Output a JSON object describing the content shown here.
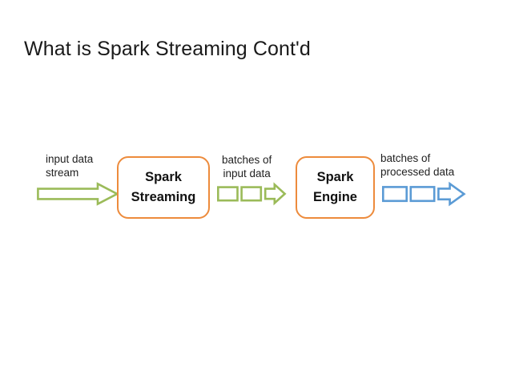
{
  "slide": {
    "title": "What is Spark Streaming Cont'd",
    "background_color": "#ffffff"
  },
  "theme": {
    "green": "#9BBB59",
    "orange": "#ED8B3C",
    "blue": "#5B9BD5",
    "text": "#1f1f1f",
    "shape_fill": "#ffffff"
  },
  "diagram": {
    "type": "flow",
    "stages": [
      {
        "id": "input-stream",
        "kind": "arrow-group",
        "caption_lines": [
          "input data",
          "stream"
        ],
        "caption_align": "left",
        "color": "#9BBB59",
        "batch_count": 0,
        "arrow": "block-arrow-right"
      },
      {
        "id": "spark-streaming",
        "kind": "process-box",
        "label_lines": [
          "Spark",
          "Streaming"
        ],
        "border_color": "#ED8B3C"
      },
      {
        "id": "batches-input",
        "kind": "arrow-group",
        "caption_lines": [
          "batches of",
          "input data"
        ],
        "caption_align": "center",
        "color": "#9BBB59",
        "batch_count": 2,
        "arrow": "block-arrow-right"
      },
      {
        "id": "spark-engine",
        "kind": "process-box",
        "label_lines": [
          "Spark",
          "Engine"
        ],
        "border_color": "#ED8B3C"
      },
      {
        "id": "batches-processed",
        "kind": "arrow-group",
        "caption_lines": [
          "batches of",
          "processed data"
        ],
        "caption_align": "left",
        "color": "#5B9BD5",
        "batch_count": 2,
        "arrow": "block-arrow-right"
      }
    ]
  }
}
